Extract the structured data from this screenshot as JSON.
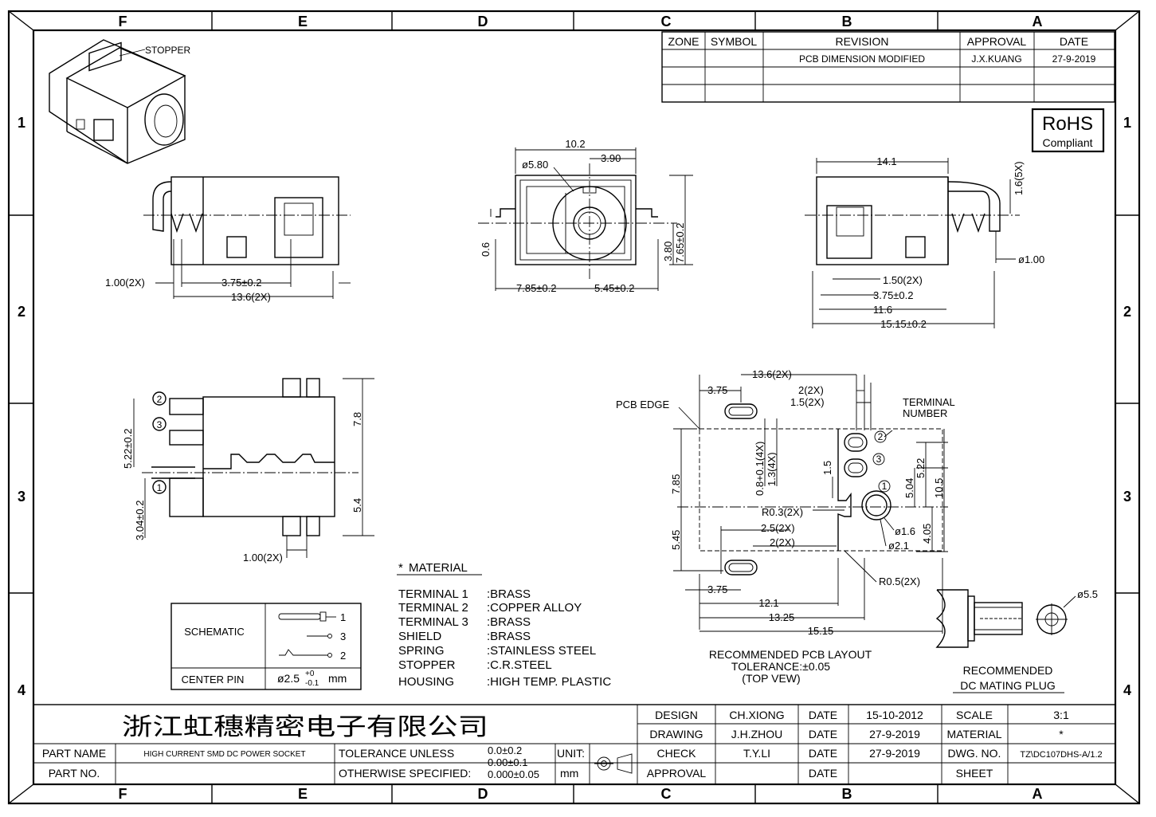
{
  "frame": {
    "columns": [
      "F",
      "E",
      "D",
      "C",
      "B",
      "A"
    ],
    "rows": [
      "1",
      "2",
      "3",
      "4"
    ]
  },
  "revision_table": {
    "headers": [
      "ZONE",
      "SYMBOL",
      "REVISION",
      "APPROVAL",
      "DATE"
    ],
    "rows": [
      {
        "zone": "",
        "symbol": "",
        "revision": "PCB DIMENSION MODIFIED",
        "approval": "J.X.KUANG",
        "date": "27-9-2019"
      }
    ]
  },
  "rohs": {
    "line1": "RoHS",
    "line2": "Compliant"
  },
  "top_left": {
    "stopper": "STOPPER",
    "dims": [
      "1.00(2X)",
      "3.75±0.2",
      "13.6(2X)"
    ]
  },
  "top_center": {
    "dims": [
      "10.2",
      "3.90",
      "ø5.80",
      "7.65±0.2",
      "3.80",
      "0.6",
      "7.85±0.2",
      "5.45±0.2"
    ]
  },
  "top_right": {
    "dims": [
      "14.1",
      "1.6(5X)",
      "ø1.00",
      "1.50(2X)",
      "3.75±0.2",
      "11.6",
      "15.15±0.2"
    ]
  },
  "side_view": {
    "dims": [
      "5.22±0.2",
      "3.04±0.2",
      "7.8",
      "5.4",
      "1.00(2X)"
    ],
    "terminals": [
      "2",
      "3",
      "1"
    ]
  },
  "material": {
    "title": "MATERIAL",
    "items": [
      {
        "name": "TERMINAL 1",
        "value": ":BRASS"
      },
      {
        "name": "TERMINAL 2",
        "value": ":COPPER ALLOY"
      },
      {
        "name": "TERMINAL 3",
        "value": ":BRASS"
      },
      {
        "name": "SHIELD",
        "value": ":BRASS"
      },
      {
        "name": "SPRING",
        "value": ":STAINLESS STEEL"
      },
      {
        "name": "STOPPER",
        "value": ":C.R.STEEL"
      },
      {
        "name": "HOUSING",
        "value": ":HIGH TEMP. PLASTIC"
      }
    ]
  },
  "schematic": {
    "label": "SCHEMATIC",
    "center_pin_label": "CENTER PIN",
    "center_pin_value": "ø2.5",
    "tol_plus": "+0",
    "tol_minus": "-0.1",
    "unit": "mm",
    "pins": [
      "1",
      "3",
      "2"
    ]
  },
  "pcb_layout": {
    "pcb_edge": "PCB EDGE",
    "terminal_number": [
      "TERMINAL",
      "NUMBER"
    ],
    "dims": [
      "13.6(2X)",
      "3.75",
      "2(2X)",
      "1.5(2X)",
      "7.85",
      "0.8+0.1(4X)",
      "1.3(4X)",
      "1.5",
      "R0.3(2X)",
      "2.5(2X)",
      "2(2X)",
      "5.45",
      "5.22",
      "5.04",
      "10.5",
      "ø1.6",
      "ø2.1",
      "4.05",
      "R0.5(2X)",
      "3.75",
      "12.1",
      "13.25",
      "15.15"
    ],
    "terminals": [
      "2",
      "3",
      "1"
    ],
    "caption": [
      "RECOMMENDED PCB LAYOUT",
      "TOLERANCE:±0.05",
      "(TOP VEW)"
    ]
  },
  "mating_plug": {
    "dim": "ø5.5",
    "caption": [
      "RECOMMENDED",
      "DC MATING PLUG"
    ]
  },
  "title_block": {
    "company": "浙江虹穗精密电子有限公司",
    "rows": [
      {
        "label": "DESIGN",
        "name": "CH.XIONG",
        "date_label": "DATE",
        "date": "15-10-2012",
        "key": "SCALE",
        "value": "3:1"
      },
      {
        "label": "DRAWING",
        "name": "J.H.ZHOU",
        "date_label": "DATE",
        "date": "27-9-2019",
        "key": "MATERIAL",
        "value": "*"
      },
      {
        "label": "CHECK",
        "name": "T.Y.LI",
        "date_label": "DATE",
        "date": "27-9-2019",
        "key": "DWG. NO.",
        "value": "TZ\\DC107DHS-A/1.2"
      },
      {
        "label": "APPROVAL",
        "name": "",
        "date_label": "DATE",
        "date": "",
        "key": "SHEET",
        "value": ""
      }
    ],
    "part_name_label": "PART NAME",
    "part_name": "HIGH CURRENT SMD DC POWER SOCKET",
    "part_no_label": "PART NO.",
    "part_no": "",
    "tolerance_line1": "TOLERANCE UNLESS",
    "tolerance_line2": "OTHERWISE SPECIFIED:",
    "tolerances": [
      "0.0±0.2",
      "0.00±0.1",
      "0.000±0.05"
    ],
    "unit_label": "UNIT:",
    "unit": "mm"
  }
}
